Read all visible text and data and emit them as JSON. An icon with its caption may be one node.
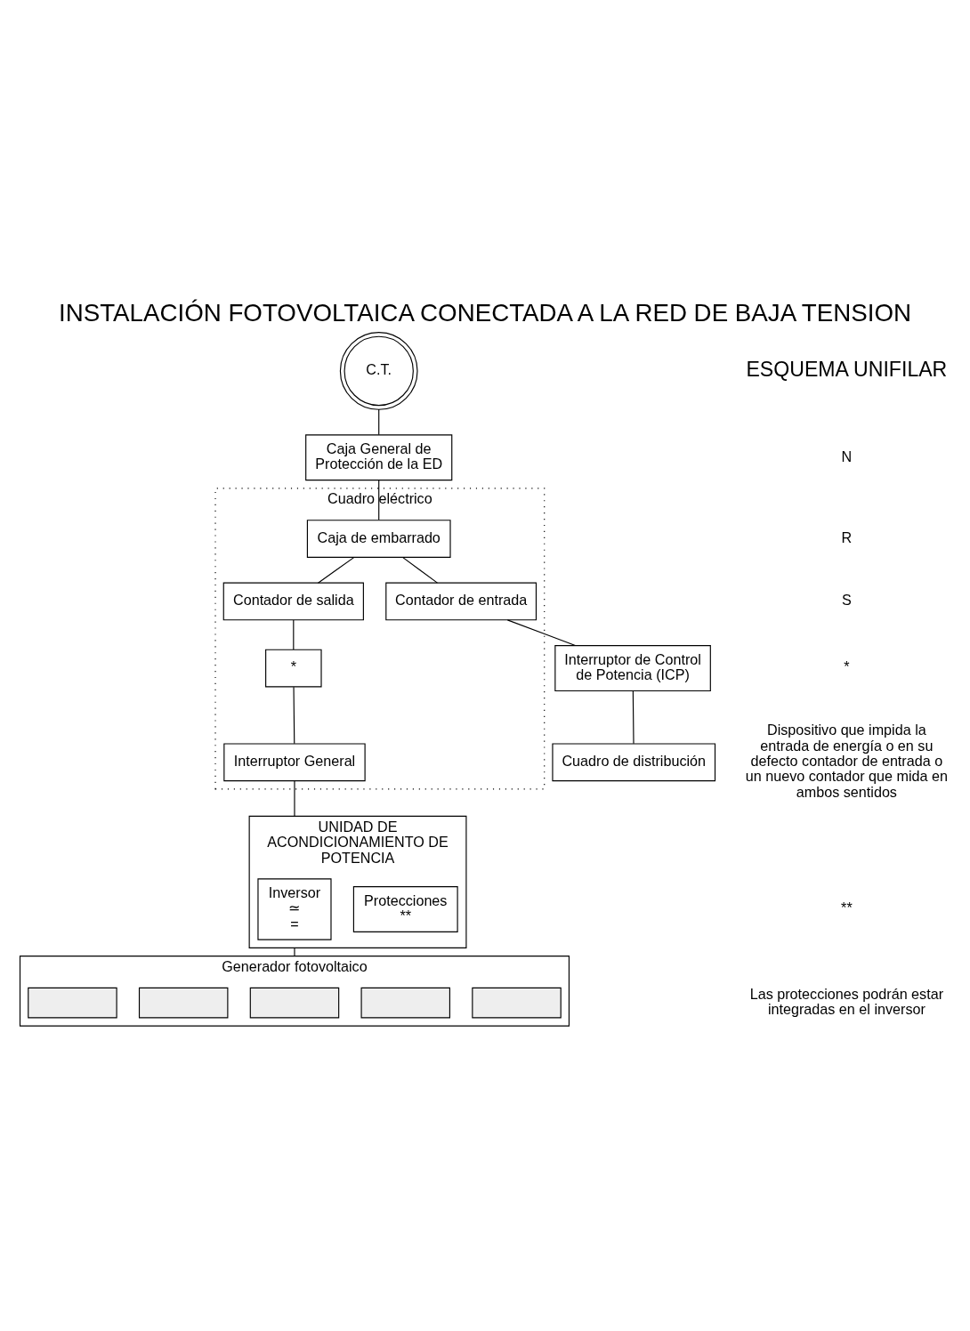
{
  "diagram": {
    "title": "INSTALACIÓN FOTOVOLTAICA CONECTADA A LA RED DE BAJA TENSION",
    "nodes": [
      {
        "text": [
          "C.T."
        ]
      },
      {
        "text": [
          "Caja General de Protección de la ED"
        ]
      },
      {
        "text": [
          "Cuadro eléctrico"
        ]
      },
      {
        "text": [
          "Caja de embarrado"
        ],
        "in": 2
      },
      {
        "text": [
          "Contador de entrada"
        ],
        "in": 2
      },
      {
        "text": [
          "Contador de salida"
        ],
        "in": 2
      },
      {
        "text": [
          "*"
        ],
        "in": 2
      },
      {
        "text": [
          "Interruptor General"
        ],
        "in": 2
      },
      {
        "text": [
          "UNIDAD DE ACONDICIONAMIENTO DE POTENCIA"
        ]
      },
      {
        "text": [
          "Protecciones",
          "**"
        ],
        "in": 8
      },
      {
        "text": [
          "Inversor",
          "≃",
          "="
        ],
        "in": 8
      },
      {
        "text": [
          "Generador fotovoltaico"
        ]
      },
      {
        "text": [],
        "shape": "box",
        "in": 11
      },
      {
        "text": [],
        "shape": "box",
        "in": 11
      },
      {
        "text": [],
        "shape": "box",
        "in": 11
      },
      {
        "text": [],
        "shape": "box",
        "in": 11
      },
      {
        "text": [],
        "shape": "box",
        "in": 11
      },
      {
        "text": [
          "Interruptor de Control de Potencia (ICP)"
        ]
      },
      {
        "text": [
          "Cuadro de distribución"
        ]
      }
    ],
    "edges": [
      {
        "from": 0,
        "to": 1,
        "arrow": "none"
      },
      {
        "from": 1,
        "to": 3,
        "arrow": "none"
      },
      {
        "from": 3,
        "to": 4,
        "arrow": "none"
      },
      {
        "from": 3,
        "to": 5,
        "arrow": "none"
      },
      {
        "from": 5,
        "to": 6,
        "arrow": "none"
      },
      {
        "from": 6,
        "to": 7,
        "arrow": "none"
      },
      {
        "from": 7,
        "to": 8,
        "arrow": "none"
      },
      {
        "from": 8,
        "to": 11,
        "arrow": "none"
      },
      {
        "from": 4,
        "to": 17,
        "arrow": "none"
      },
      {
        "from": 17,
        "to": 18,
        "arrow": "none"
      }
    ],
    "labels": [
      "ESQUEMA UNIFILAR",
      "N",
      "R",
      "S",
      "*",
      "Dispositivo que impida la entrada de energía o en su defecto contador de entrada o un nuevo contador que mida en ambos sentidos",
      "**",
      "Las protecciones podrán estar integradas en el inversor"
    ]
  }
}
